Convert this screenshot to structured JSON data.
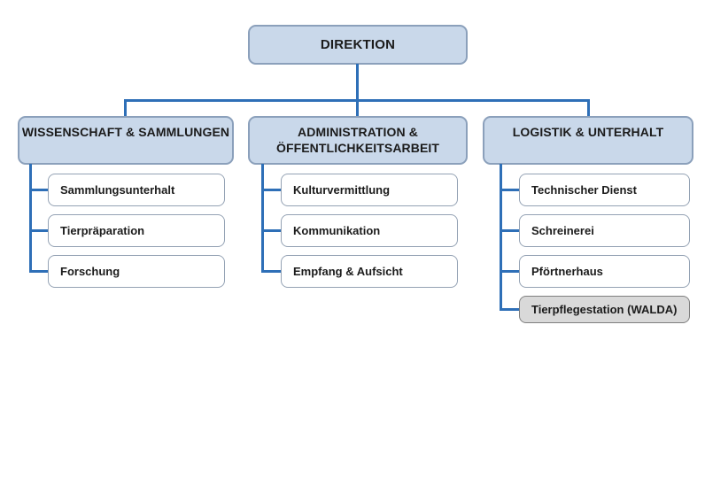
{
  "colors": {
    "connector": "#2E6FB7",
    "level_fill": "#C9D8EA",
    "level_border": "#8BA0BB",
    "child_border": "#94A2B4",
    "highlight_fill": "#D9D9D9",
    "highlight_border": "#7F7F7F",
    "text": "#1B1B1B",
    "background": "#FFFFFF"
  },
  "chart_type": "org-chart",
  "root": {
    "label": "DIREKTION"
  },
  "departments": [
    {
      "label": "WISSENSCHAFT & SAMMLUNGEN",
      "children": [
        {
          "label": "Sammlungsunterhalt"
        },
        {
          "label": "Tierpräparation"
        },
        {
          "label": "Forschung"
        }
      ]
    },
    {
      "label": "ADMINISTRATION & ÖFFENTLICHKEITSARBEIT",
      "children": [
        {
          "label": "Kulturvermittlung"
        },
        {
          "label": "Kommunikation"
        },
        {
          "label": "Empfang & Aufsicht"
        }
      ]
    },
    {
      "label": "LOGISTIK & UNTERHALT",
      "children": [
        {
          "label": "Technischer Dienst"
        },
        {
          "label": "Schreinerei"
        },
        {
          "label": "Pförtnerhaus"
        },
        {
          "label": "Tierpflegestation (WALDA)",
          "highlighted": true
        }
      ]
    }
  ]
}
